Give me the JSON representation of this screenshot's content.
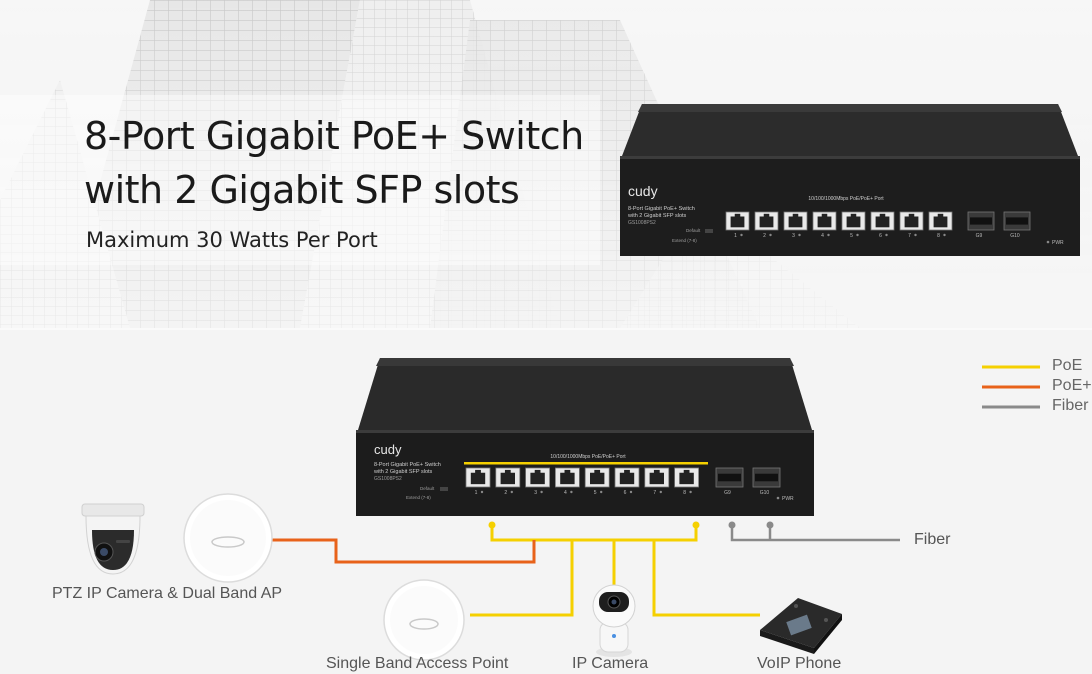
{
  "hero": {
    "title_line1": "8-Port Gigabit PoE+ Switch",
    "title_line2": "with 2 Gigabit SFP slots",
    "subtitle": "Maximum 30 Watts Per Port"
  },
  "switch": {
    "brand": "cudy",
    "model_desc_line1": "8-Port Gigabit PoE+ Switch",
    "model_desc_line2": "with 2 Gigabit SFP slots",
    "model_number": "GS1008PS2",
    "port_header": "10/100/1000Mbps PoE/PoE+ Port",
    "switch_default": "Default",
    "switch_extend": "Extend (7-8)",
    "port_labels": [
      "1",
      "2",
      "3",
      "4",
      "5",
      "6",
      "7",
      "8"
    ],
    "sfp_labels": [
      "G9",
      "G10"
    ],
    "pwr_label": "PWR"
  },
  "legend": {
    "items": [
      {
        "label": "PoE",
        "color": "#f5d000"
      },
      {
        "label": "PoE+",
        "color": "#e8621a"
      },
      {
        "label": "Fiber",
        "color": "#8a8a8a"
      }
    ]
  },
  "devices": {
    "ptz_label": "PTZ IP Camera & Dual Band AP",
    "sap_label": "Single Band Access Point",
    "ipcam_label": "IP Camera",
    "voip_label": "VoIP Phone",
    "fiber_label": "Fiber"
  }
}
